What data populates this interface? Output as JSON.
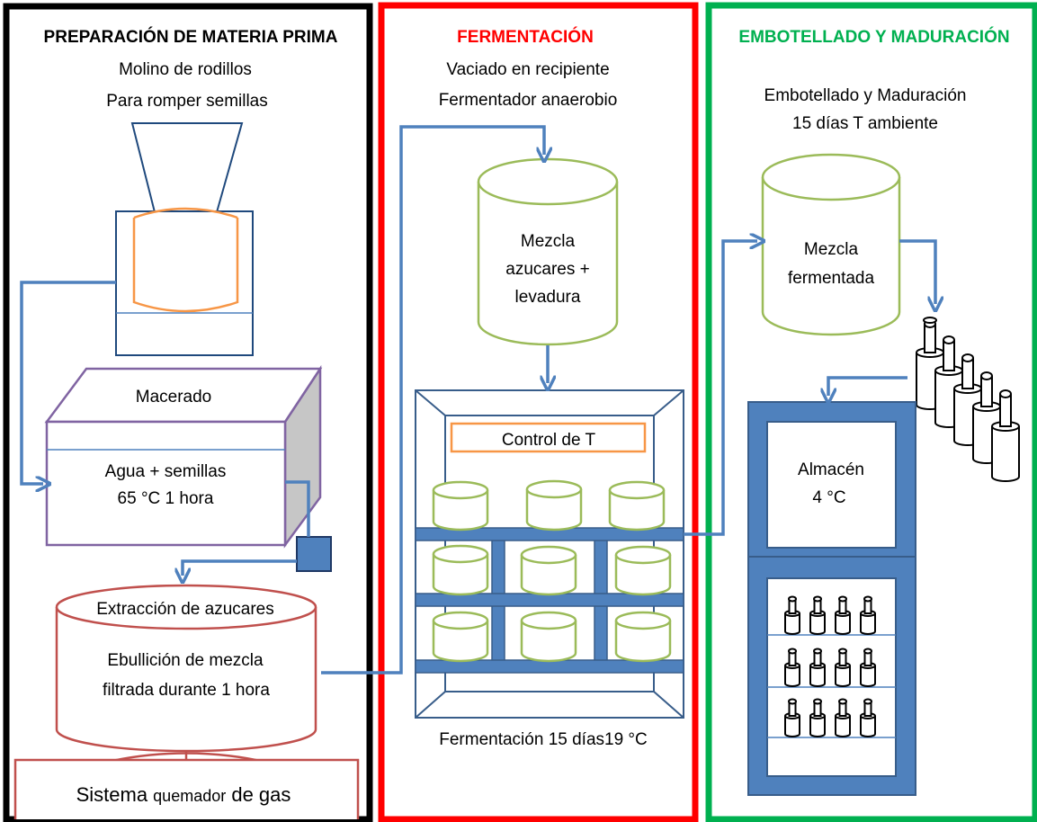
{
  "panels": {
    "prep": {
      "title": "PREPARACIÓN DE MATERIA PRIMA",
      "mill_line1": "Molino de rodillos",
      "mill_line2": "Para romper semillas",
      "mash_title": "Macerado",
      "mash_line1": "Agua + semillas",
      "mash_line2": "65 °C 1 hora",
      "kettle_title": "Extracción de azucares",
      "kettle_line1": "Ebullición de mezcla",
      "kettle_line2": "filtrada durante 1 hora",
      "burner_a": "Sistema ",
      "burner_b": "quemador",
      "burner_c": " de gas"
    },
    "ferm": {
      "title": "FERMENTACIÓN",
      "line1": "Vaciado en recipiente",
      "line2": "Fermentador anaerobio",
      "tank_line1": "Mezcla",
      "tank_line2": "azucares +",
      "tank_line3": "levadura",
      "control": "Control de T",
      "caption": "Fermentación 15 días19 °C"
    },
    "bottle": {
      "title": "EMBOTELLADO Y MADURACIÓN",
      "line1": "Embotellado y Maduración",
      "line2": "15 días T ambiente",
      "tank_line1": "Mezcla",
      "tank_line2": "fermentada",
      "store_line1": "Almacén",
      "store_line2": "4 °C"
    }
  },
  "colors": {
    "prep_border": "#000000",
    "ferm_border": "#ff0000",
    "ferm_title": "#ff0000",
    "bottle_border": "#00b050",
    "bottle_title": "#00b050",
    "flow_pipe": "#4f81bd",
    "mill_outline": "#1f497d",
    "mill_drum": "#f79646",
    "mash_outline": "#8064a2",
    "kettle_outline": "#c0504d",
    "vessel_outline": "#9bbb59",
    "rack_fill": "#4f81bd",
    "rack_stroke": "#385d8a"
  }
}
